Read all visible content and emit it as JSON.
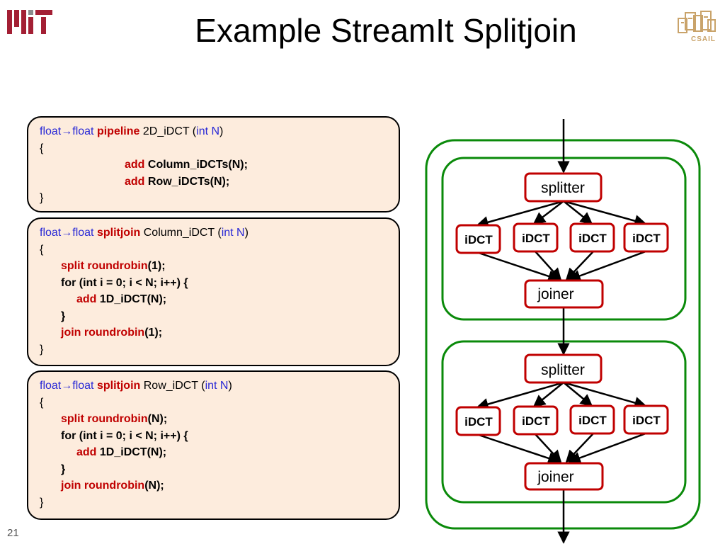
{
  "title": "Example StreamIt Splitjoin",
  "slide_number": "21",
  "logos": {
    "left": "MIT",
    "right": "CSAIL"
  },
  "arrow_glyph": "→",
  "code": {
    "pipeline": {
      "type_in": "float",
      "type_out": "float",
      "keyword": "pipeline",
      "name": "2D_iDCT (",
      "param_type": "int N",
      "close_paren": ")",
      "open_brace": "{",
      "add_keyword": "add",
      "stmt1": "Column_iDCTs(N);",
      "stmt2": "Row_iDCTs(N);",
      "close_brace": "}"
    },
    "column": {
      "type_in": "float",
      "type_out": "float",
      "keyword": "splitjoin",
      "name": "Column_iDCT (",
      "param_type": "int N",
      "close_paren": ")",
      "open_brace": "{",
      "split_keyword": "split roundrobin",
      "split_arg": "(1);",
      "for_stmt": "for (int i = 0; i < N; i++) {",
      "add_keyword": "add",
      "add_stmt": "1D_iDCT(N);",
      "for_close": "}",
      "join_keyword": "join roundrobin",
      "join_arg": "(1);",
      "close_brace": "}"
    },
    "row": {
      "type_in": "float",
      "type_out": "float",
      "keyword": "splitjoin",
      "name": "Row_iDCT (",
      "param_type": "int N",
      "close_paren": ")",
      "open_brace": "{",
      "split_keyword": "split roundrobin",
      "split_arg": "(N);",
      "for_stmt": "for (int i = 0; i < N; i++) {",
      "add_keyword": "add",
      "add_stmt": "1D_iDCT(N);",
      "for_close": "}",
      "join_keyword": "join roundrobin",
      "join_arg": "(N);",
      "close_brace": "}"
    }
  },
  "diagram": {
    "top": {
      "splitter": "splitter",
      "filters": [
        "iDCT",
        "iDCT",
        "iDCT",
        "iDCT"
      ],
      "joiner": "joiner"
    },
    "bottom": {
      "splitter": "splitter",
      "filters": [
        "iDCT",
        "iDCT",
        "iDCT",
        "iDCT"
      ],
      "joiner": "joiner"
    }
  },
  "colors": {
    "code_bg": "#fdecdd",
    "keyword_red": "#c00000",
    "type_blue": "#2929d6",
    "outline_green": "#0a8a0a",
    "node_border_red": "#c00000",
    "mit_red": "#a31f34"
  }
}
